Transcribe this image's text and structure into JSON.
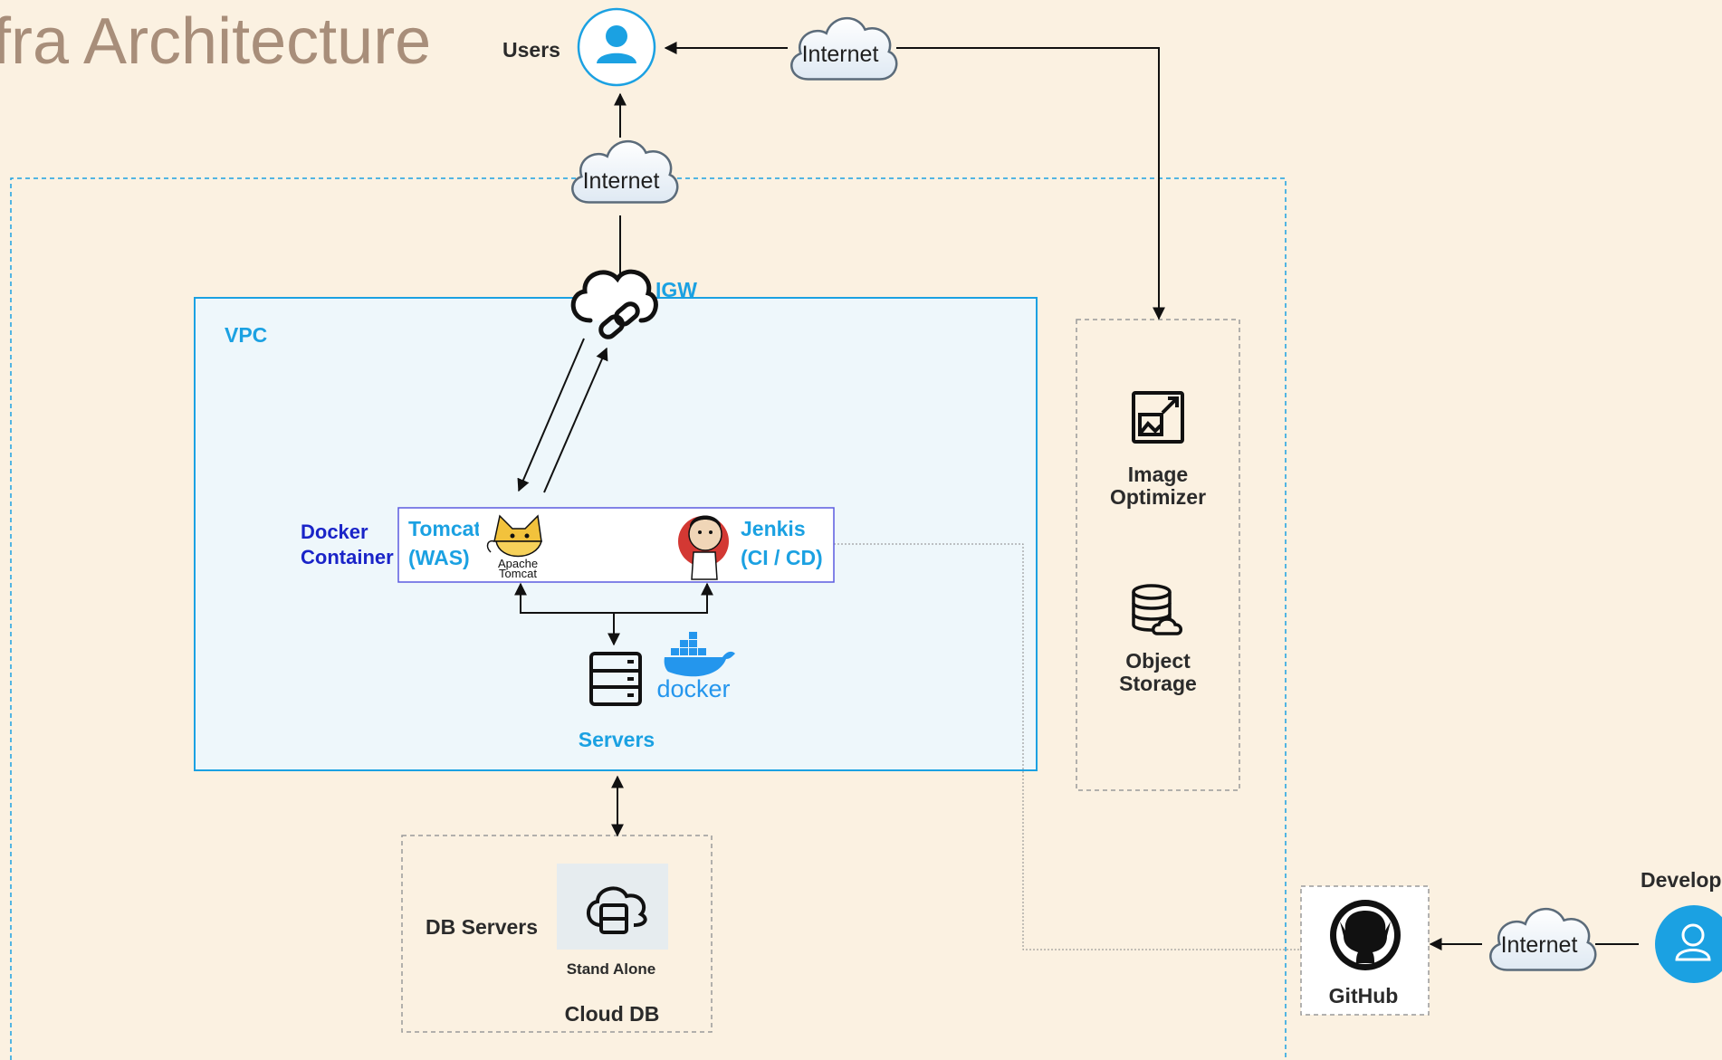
{
  "title": "fra Architecture",
  "users": {
    "label": "Users"
  },
  "internet_top": {
    "label": "Internet"
  },
  "internet_top_right": {
    "label": "Internet"
  },
  "internet_dev": {
    "label": "Internet"
  },
  "igw": {
    "label": "IGW"
  },
  "vpc": {
    "label": "VPC"
  },
  "docker_container": {
    "line1": "Docker",
    "line2": "Container"
  },
  "tomcat": {
    "line1": "Tomcat",
    "line2": "(WAS)",
    "logo_line1": "Apache",
    "logo_line2": "Tomcat"
  },
  "jenkins": {
    "line1": "Jenkis",
    "line2": "(CI / CD)"
  },
  "docker_logo": {
    "text": "docker"
  },
  "servers": {
    "label": "Servers"
  },
  "db": {
    "label": "DB Servers",
    "mode": "Stand Alone",
    "name": "Cloud DB"
  },
  "image_optimizer": {
    "line1": "Image",
    "line2": "Optimizer"
  },
  "object_storage": {
    "line1": "Object",
    "line2": "Storage"
  },
  "github": {
    "label": "GitHub"
  },
  "developer": {
    "label": "Develop"
  },
  "colors": {
    "background": "#fbf1e1",
    "accent": "#1ba1e2",
    "title": "#a88e7a",
    "docker_blue": "#2496ed",
    "label_dark": "#2b2b2b",
    "docker_container_label": "#1a24c8"
  },
  "icons": [
    "user-icon",
    "cloud-icon",
    "igw-cloud-link-icon",
    "tomcat-logo",
    "jenkins-logo",
    "server-rack-icon",
    "docker-whale-icon",
    "image-optimizer-icon",
    "object-storage-icon",
    "cloud-db-icon",
    "github-icon",
    "developer-icon"
  ]
}
